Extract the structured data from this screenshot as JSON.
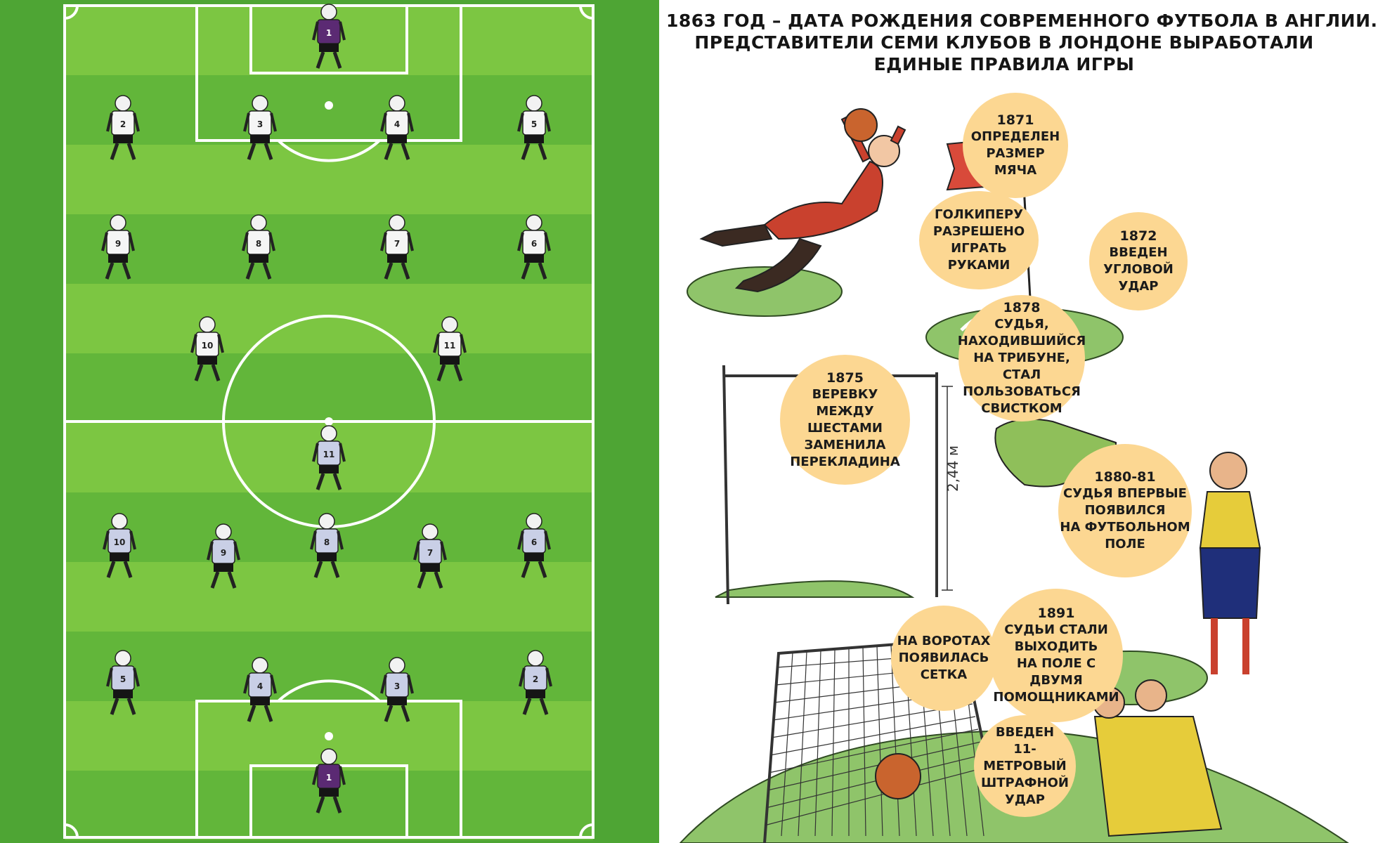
{
  "formation": {
    "team_top": {
      "jersey_color": "#f5f5f5",
      "players": [
        {
          "number": "1",
          "role": "goalkeeper"
        },
        {
          "number": "2"
        },
        {
          "number": "3"
        },
        {
          "number": "4"
        },
        {
          "number": "5"
        },
        {
          "number": "9"
        },
        {
          "number": "8"
        },
        {
          "number": "7"
        },
        {
          "number": "6"
        },
        {
          "number": "10"
        },
        {
          "number": "11"
        }
      ]
    },
    "team_bottom": {
      "jersey_color": "#c9cfe6",
      "players": [
        {
          "number": "11"
        },
        {
          "number": "10"
        },
        {
          "number": "9"
        },
        {
          "number": "8"
        },
        {
          "number": "7"
        },
        {
          "number": "6"
        },
        {
          "number": "5"
        },
        {
          "number": "4"
        },
        {
          "number": "3"
        },
        {
          "number": "2"
        },
        {
          "number": "1",
          "role": "goalkeeper"
        }
      ]
    },
    "colors": {
      "grass_dark": "#4ea534",
      "grass_light": "#7cc642",
      "lines": "#ffffff",
      "keeper": "#5b2a73"
    }
  },
  "history": {
    "title_lines": [
      "1863 год – дата рождения современного футбола в Англии.",
      "Представители семи клубов в Лондоне выработали",
      "единые правила игры"
    ],
    "events": [
      {
        "year": "1871",
        "text": "определен\nразмер\nмяча"
      },
      {
        "year": "",
        "text": "голкиперу\nразрешено\nиграть руками"
      },
      {
        "year": "1872",
        "text": "введен\nугловой\nудар"
      },
      {
        "year": "1878",
        "text": "судья,\nнаходившийся\nна трибуне, стал\nпользоваться\nсвистком"
      },
      {
        "year": "1875",
        "text": "веревку\nмежду шестами\nзаменила\nперекладина"
      },
      {
        "year": "1880-81",
        "text": "судья впервые\nпоявился\nна футбольном\nполе"
      },
      {
        "year": "",
        "text": "на воротах\nпоявилась\nсетка"
      },
      {
        "year": "1891",
        "text": "судьи стали\nвыходить\nна поле с двумя\nпомощниками"
      },
      {
        "year": "",
        "text": "введен\n11-метровый\nштрафной\nудар"
      }
    ],
    "goal_height_label": "2,44 м",
    "bubble_color": "#fcd792"
  }
}
